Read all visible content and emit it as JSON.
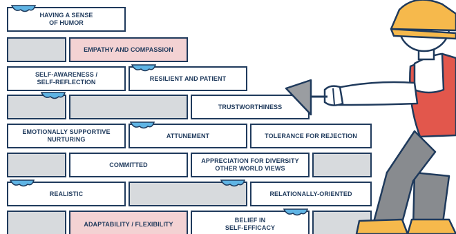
{
  "colors": {
    "outline": "#1f3a5c",
    "grey_brick": "#d7dadd",
    "pink_brick": "#f3d2d3",
    "cloud": "#5fb4e4",
    "helmet": "#f6b94c",
    "vest": "#e2574c",
    "pants": "#888b8f",
    "boots": "#f6b94c"
  },
  "bricks": [
    {
      "id": "having-a-sense-of-humor",
      "label": "HAVING A SENSE\nOF HUMOR",
      "fill": "white"
    },
    {
      "id": "blank-row2-a",
      "label": "",
      "fill": "grey"
    },
    {
      "id": "empathy-and-compassion",
      "label": "EMPATHY AND COMPASSION",
      "fill": "pink"
    },
    {
      "id": "self-awareness",
      "label": "SELF-AWARENESS /\nSELF-REFLECTION",
      "fill": "white"
    },
    {
      "id": "resilient-and-patient",
      "label": "RESILIENT AND PATIENT",
      "fill": "white"
    },
    {
      "id": "blank-row4-a",
      "label": "",
      "fill": "grey"
    },
    {
      "id": "blank-row4-b",
      "label": "",
      "fill": "grey"
    },
    {
      "id": "trustworthiness",
      "label": "TRUSTWORTHINESS",
      "fill": "white"
    },
    {
      "id": "emotionally-supportive",
      "label": "EMOTIONALLY SUPPORTIVE\nNURTURING",
      "fill": "white"
    },
    {
      "id": "attunement",
      "label": "ATTUNEMENT",
      "fill": "white"
    },
    {
      "id": "tolerance-for-rejection",
      "label": "TOLERANCE FOR REJECTION",
      "fill": "white"
    },
    {
      "id": "blank-row6-a",
      "label": "",
      "fill": "grey"
    },
    {
      "id": "committed",
      "label": "COMMITTED",
      "fill": "white"
    },
    {
      "id": "appreciation-for-diversity",
      "label": "APPRECIATION FOR DIVERSITY\nOTHER WORLD VIEWS",
      "fill": "white"
    },
    {
      "id": "blank-row6-b",
      "label": "",
      "fill": "grey"
    },
    {
      "id": "realistic",
      "label": "REALISTIC",
      "fill": "white"
    },
    {
      "id": "blank-row7-a",
      "label": "",
      "fill": "grey"
    },
    {
      "id": "relationally-oriented",
      "label": "RELATIONALLY-ORIENTED",
      "fill": "white"
    },
    {
      "id": "blank-row8-a",
      "label": "",
      "fill": "grey"
    },
    {
      "id": "adaptability-flexibility",
      "label": "ADAPTABILITY / FLEXIBILITY",
      "fill": "pink"
    },
    {
      "id": "belief-in-self-efficacy",
      "label": "BELIEF IN\nSELF-EFFICACY",
      "fill": "white"
    },
    {
      "id": "blank-row8-b",
      "label": "",
      "fill": "grey"
    }
  ]
}
